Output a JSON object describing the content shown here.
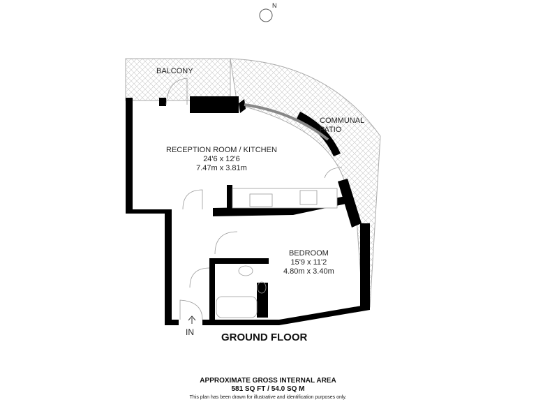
{
  "compass": {
    "north_label": "N"
  },
  "rooms": {
    "balcony": {
      "name": "BALCONY"
    },
    "communal_patio": {
      "line1": "COMMUNAL",
      "line2": "PATIO"
    },
    "reception": {
      "name": "RECEPTION ROOM / KITCHEN",
      "imperial": "24'6 x 12'6",
      "metric": "7.47m x 3.81m"
    },
    "bedroom": {
      "name": "BEDROOM",
      "imperial": "15'9 x 11'2",
      "metric": "4.80m x 3.40m"
    }
  },
  "entrance": {
    "label": "IN"
  },
  "floor_title": "GROUND FLOOR",
  "footer": {
    "area_heading": "APPROXIMATE GROSS INTERNAL AREA",
    "area_value": "581 SQ FT / 54.0 SQ M",
    "disclaimer": "This plan has been drawn for illustrative and identification purposes only."
  }
}
